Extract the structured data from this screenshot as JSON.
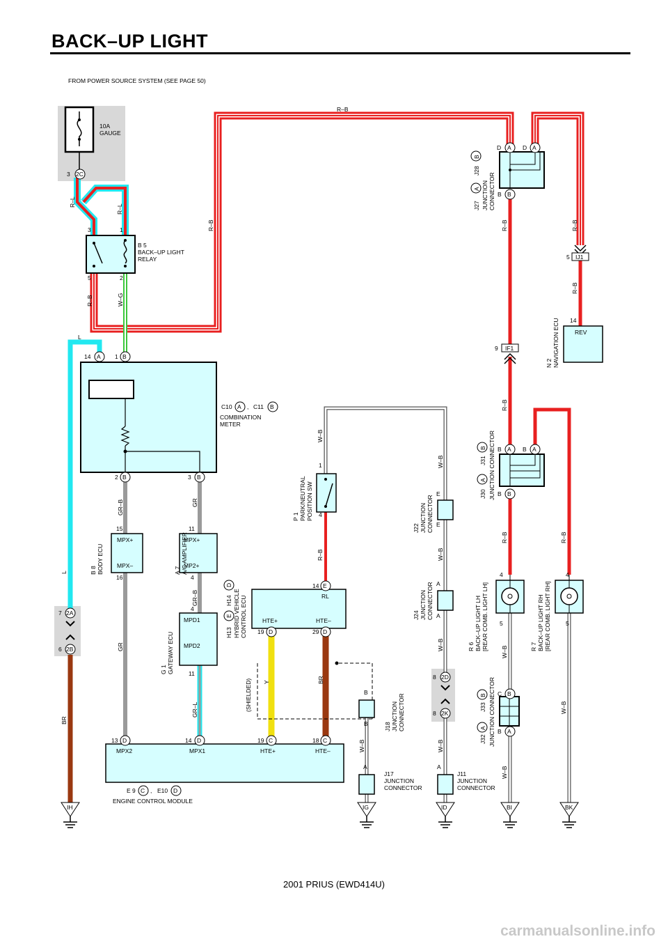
{
  "title": "BACK–UP LIGHT",
  "footer": "2001 PRIUS (EWD414U)",
  "watermark": "carmanualsonline.info",
  "source_note": "FROM POWER SOURCE SYSTEM (SEE PAGE 50)",
  "colors": {
    "wire_red": "#e82020",
    "wire_lightblue": "#22e8f0",
    "wire_gray": "#9a9a9a",
    "wire_green": "#3cc83c",
    "wire_yellow": "#f0e010",
    "wire_brown": "#9a3810",
    "box_fill": "#d6feff",
    "shade": "#d8d8d8"
  },
  "fuse": {
    "rating": "10A",
    "name": "GAUGE",
    "pin": "3",
    "connector": "2C"
  },
  "relay": {
    "id": "B 5",
    "name1": "BACK–UP LIGHT",
    "name2": "RELAY",
    "pin3": "3",
    "pin1": "1",
    "pin5": "5",
    "pin2": "2"
  },
  "meter": {
    "id1": "C10",
    "conn1": "A",
    "sep": ",",
    "id2": "C11",
    "conn2": "B",
    "name1": "COMBINATION",
    "name2": "METER",
    "pin14": "14",
    "pin1": "1",
    "pin2": "2",
    "pin3": "3",
    "cA": "A",
    "cB": "B"
  },
  "body_ecu": {
    "id": "B 8",
    "name": "BODY ECU",
    "t1": "MPX+",
    "t2": "MPX–",
    "p1": "15",
    "p2": "16"
  },
  "ac_amp": {
    "id": "A 7",
    "name": "A/C AMPLIFIER",
    "t1": "MPX+",
    "t2": "MP2+",
    "p1": "11",
    "p2": "4"
  },
  "gateway": {
    "id": "G 1",
    "name": "GATEWAY ECU",
    "t1": "MPD1",
    "t2": "MPD2",
    "p1": "4",
    "p2": "11"
  },
  "hv_ecu": {
    "id1": "H13",
    "conn1": "E",
    "id2": "H14",
    "conn2": "D",
    "name1": "HYBRID VEHICLE",
    "name2": "CONTROL ECU",
    "t_rl": "RL",
    "t_hp": "HTE+",
    "t_hm": "HTE–",
    "p14": "14",
    "p19": "19",
    "p29": "29",
    "cE": "E",
    "cD": "D"
  },
  "park_sw": {
    "id": "P 1",
    "name1": "PARK/NEUTRAL",
    "name2": "POSITION SW",
    "p1": "1",
    "p4": "4"
  },
  "ecm": {
    "id1": "E 9",
    "conn1": "C",
    "id2": "E10",
    "conn2": "D",
    "name": "ENGINE CONTROL MODULE",
    "t1": "MPX2",
    "t2": "MPX1",
    "t3": "HTE+",
    "t4": "HTE–",
    "p13": "13",
    "p14": "14",
    "p19": "19",
    "p18": "18",
    "cD": "D",
    "cC": "C"
  },
  "j27": {
    "id1": "J27",
    "conn1": "A",
    "id2": "J28",
    "conn2": "B",
    "name1": "JUNCTION",
    "name2": "CONNECTOR",
    "pD": "D",
    "pA": "A",
    "pB": "B"
  },
  "j30": {
    "id1": "J30",
    "conn1": "A",
    "id2": "J31",
    "conn2": "B",
    "name": "JUNCTION CONNECTOR",
    "pB": "B",
    "pA": "A"
  },
  "j32": {
    "id1": "J32",
    "conn1": "A",
    "id2": "J33",
    "conn2": "B",
    "name": "JUNCTION CONNECTOR",
    "pC": "C",
    "pB": "B",
    "pA": "A"
  },
  "j22": {
    "id": "J22",
    "name1": "JUNCTION",
    "name2": "CONNECTOR",
    "pE": "E"
  },
  "j24": {
    "id": "J24",
    "name1": "JUNCTION",
    "name2": "CONNECTOR",
    "pA": "A"
  },
  "j18": {
    "id": "J18",
    "name1": "JUNCTION",
    "name2": "CONNECTOR",
    "pB": "B"
  },
  "j17": {
    "id": "J17",
    "name1": "JUNCTION",
    "name2": "CONNECTOR",
    "pA": "A"
  },
  "j11": {
    "id": "J11",
    "name1": "JUNCTION",
    "name2": "CONNECTOR",
    "pA": "A"
  },
  "nav": {
    "id": "N 2",
    "name": "NAVIGATION ECU",
    "t": "REV",
    "p": "14",
    "conn_pin": "5",
    "conn": "IJ1"
  },
  "if1": {
    "pin": "9",
    "conn": "IF1"
  },
  "lamp_lh": {
    "id": "R 6",
    "name1": "BACK–UP LIGHT LH",
    "name2": "[REAR COMB. LIGHT LH]",
    "p4": "4",
    "p5": "5"
  },
  "lamp_rh": {
    "id": "R 7",
    "name1": "BACK–UP LIGHT RH",
    "name2": "[REAR COMB. LIGHT RH]",
    "p4": "4",
    "p5": "5"
  },
  "conn_2a": {
    "pin": "7",
    "conn": "2A"
  },
  "conn_2b": {
    "pin": "6",
    "conn": "2B"
  },
  "conn_2d": {
    "pin": "8",
    "conn": "2D"
  },
  "conn_2k": {
    "pin": "8",
    "conn": "2K"
  },
  "grounds": [
    "IH",
    "IG",
    "ID",
    "BI",
    "BK"
  ],
  "shielded": "(SHIELDED)",
  "wires": {
    "RB": "R–B",
    "RL": "R–L",
    "WG": "W–G",
    "L": "L",
    "GRB": "GR–B",
    "GR": "GR",
    "GRL": "GR–L",
    "BR": "BR",
    "Y": "Y",
    "WB": "W–B"
  }
}
